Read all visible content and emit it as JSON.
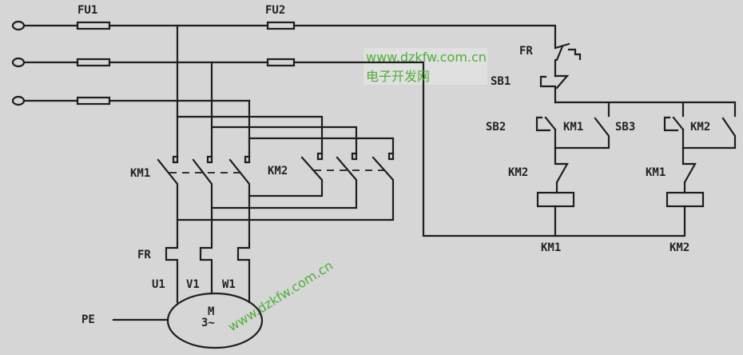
{
  "diagram": {
    "power": {
      "fuse1_label": "FU1",
      "fuse2_label": "FU2",
      "km1_label": "KM1",
      "km2_label": "KM2",
      "fr_label": "FR",
      "u_label": "U1",
      "v_label": "V1",
      "w_label": "W1",
      "motor_label": "M",
      "motor_sub": "3~",
      "pe_label": "PE"
    },
    "control": {
      "fr_label": "FR",
      "sb1_label": "SB1",
      "sb2_label": "SB2",
      "km1_hold_label": "KM1",
      "sb3_label": "SB3",
      "km2_hold_label": "KM2",
      "km2_interlock_label": "KM2",
      "km1_interlock_label": "KM1",
      "coil1_label": "KM1",
      "coil2_label": "KM2"
    },
    "watermark": {
      "url": "www.dzkfw.com.cn",
      "cn": "电子开发网",
      "url_rotated": "www.dzkfw.com.cn"
    }
  }
}
